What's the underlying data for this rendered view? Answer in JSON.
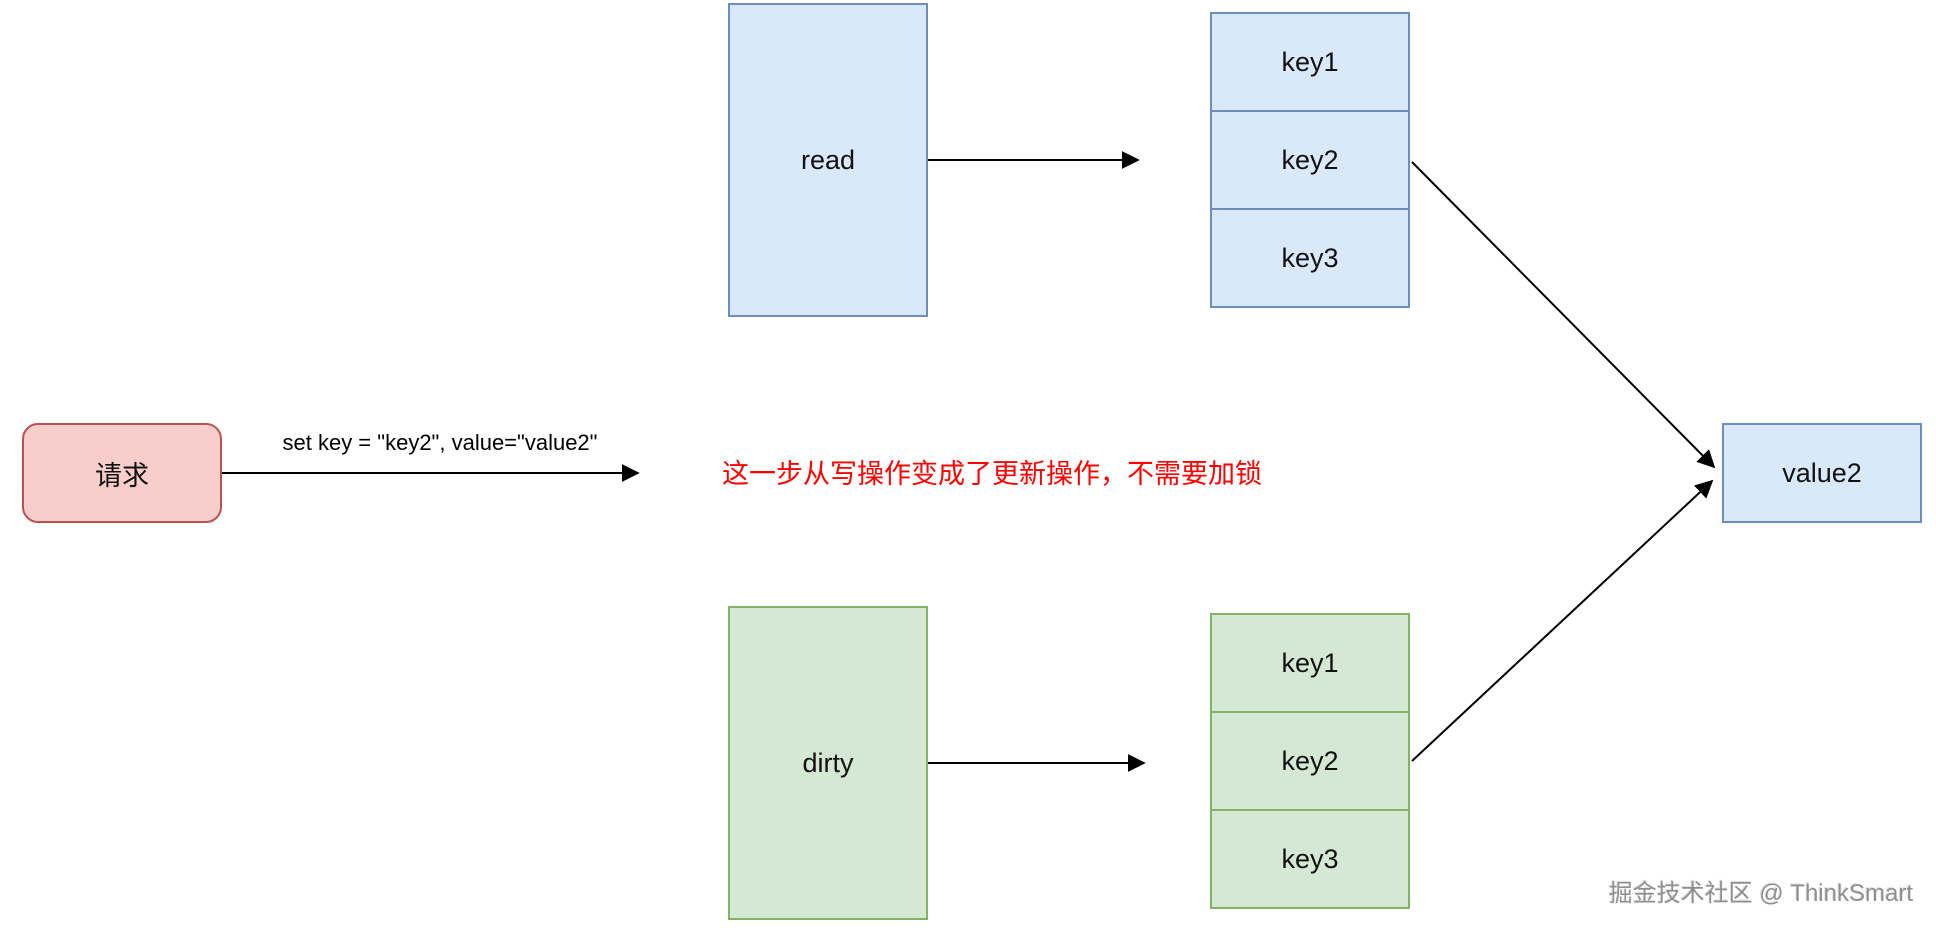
{
  "diagram": {
    "title_semantics": "sync-map write becomes update flow",
    "request_node": {
      "label": "请求"
    },
    "request_arrow": {
      "label": "set key = \"key2\", value=\"value2\""
    },
    "annotation": {
      "text": "这一步从写操作变成了更新操作，不需要加锁"
    },
    "read_map": {
      "label": "read",
      "keys": [
        "key1",
        "key2",
        "key3"
      ]
    },
    "dirty_map": {
      "label": "dirty",
      "keys": [
        "key1",
        "key2",
        "key3"
      ]
    },
    "value_node": {
      "label": "value2"
    },
    "watermark": {
      "text": "掘金技术社区 @ ThinkSmart"
    },
    "colors": {
      "background": "#ffffff",
      "blue_fill": "#dae8fc",
      "blue_border": "#6c8ebf",
      "green_fill": "#d5e8d4",
      "green_border": "#82b366",
      "pink_fill": "#f8cecc",
      "pink_border": "#b85450",
      "annotation_red": "#ff0000",
      "connector_black": "#000000",
      "watermark_gray": "#8f8f8f"
    }
  }
}
